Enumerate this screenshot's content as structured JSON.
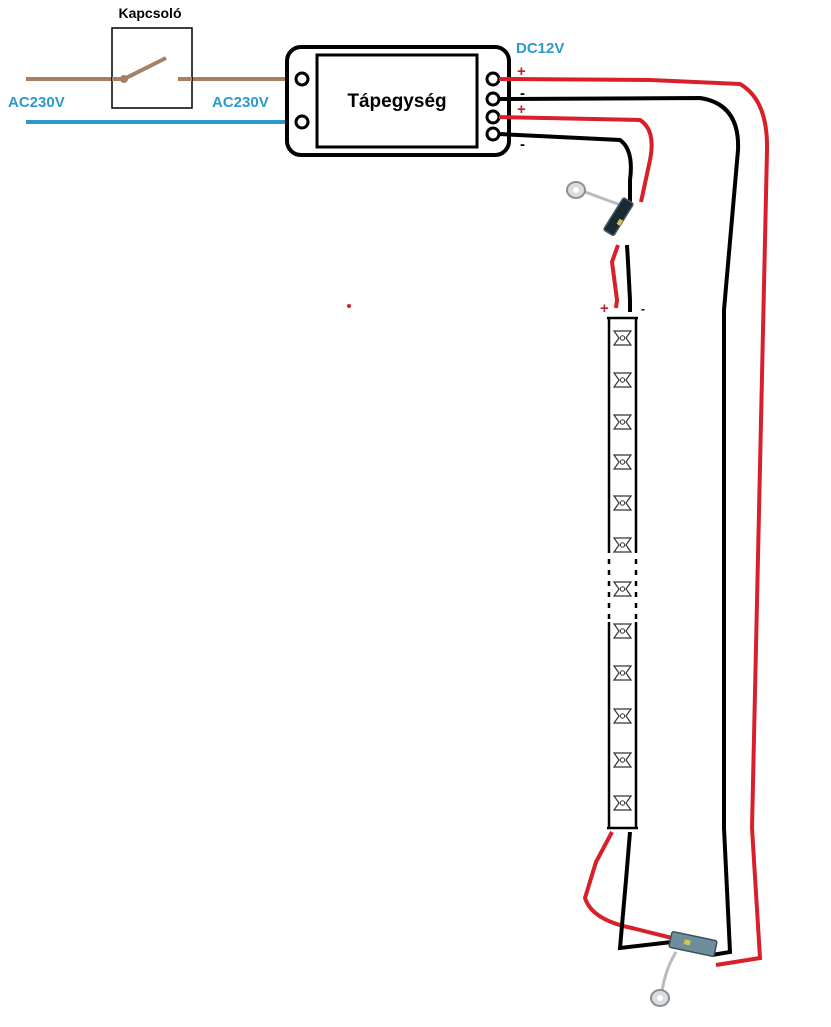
{
  "labels": {
    "switch_title": "Kapcsoló",
    "ac_left": "AC230V",
    "ac_right": "AC230V",
    "dc": "DC12V",
    "psu": "Tápegység",
    "plus": "+",
    "minus": "-"
  },
  "colors": {
    "brown": "#a68064",
    "blue": "#2a9ac8",
    "red": "#d8202a",
    "black": "#000000",
    "label_blue": "#2a9ac8",
    "sign_red": "#c0202a"
  },
  "icons": {
    "switch": "switch-icon",
    "sensor": "touch-sensor-icon",
    "led": "led-chip-icon"
  }
}
